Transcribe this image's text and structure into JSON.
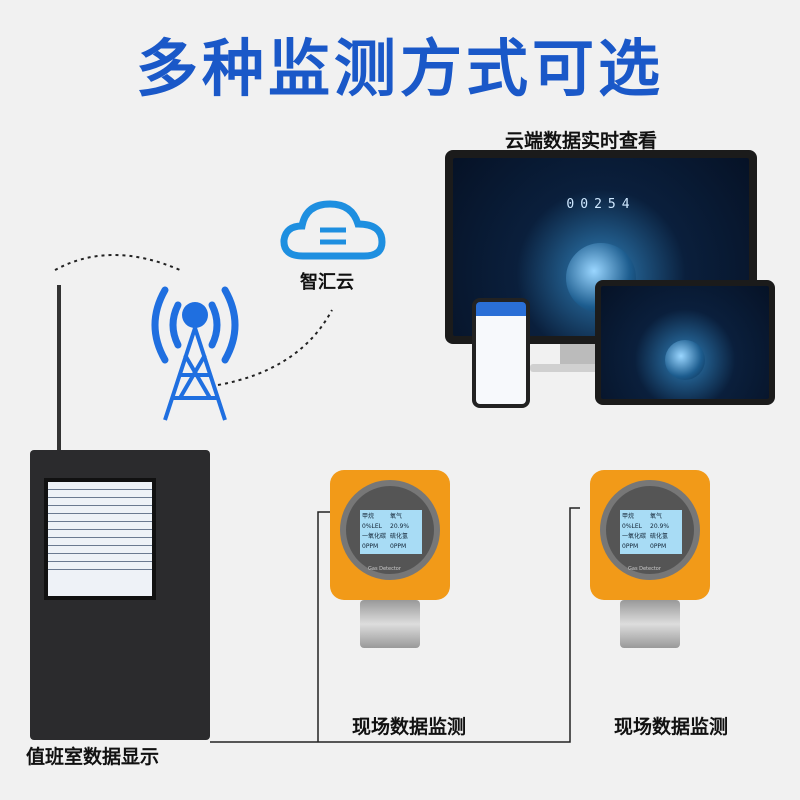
{
  "title": "多种监测方式可选",
  "cloud_caption": "云端数据实时查看",
  "cloud_name": "智汇云",
  "duty_caption": "值班室数据显示",
  "field_captions": [
    "现场数据监测",
    "现场数据监测"
  ],
  "dashboard_digits": "00254",
  "detector_screen": {
    "readings": [
      {
        "label": "甲烷",
        "value": "0%LEL"
      },
      {
        "label": "氧气",
        "value": "20.9%"
      },
      {
        "label": "一氧化碳",
        "value": "0PPM"
      },
      {
        "label": "硫化氢",
        "value": "0PPM"
      }
    ],
    "footer": "Gas Detector"
  },
  "colors": {
    "title": "#1a58c8",
    "cloud": "#1e8fe0",
    "tower": "#1f6fe0",
    "detector": "#f29a18"
  }
}
